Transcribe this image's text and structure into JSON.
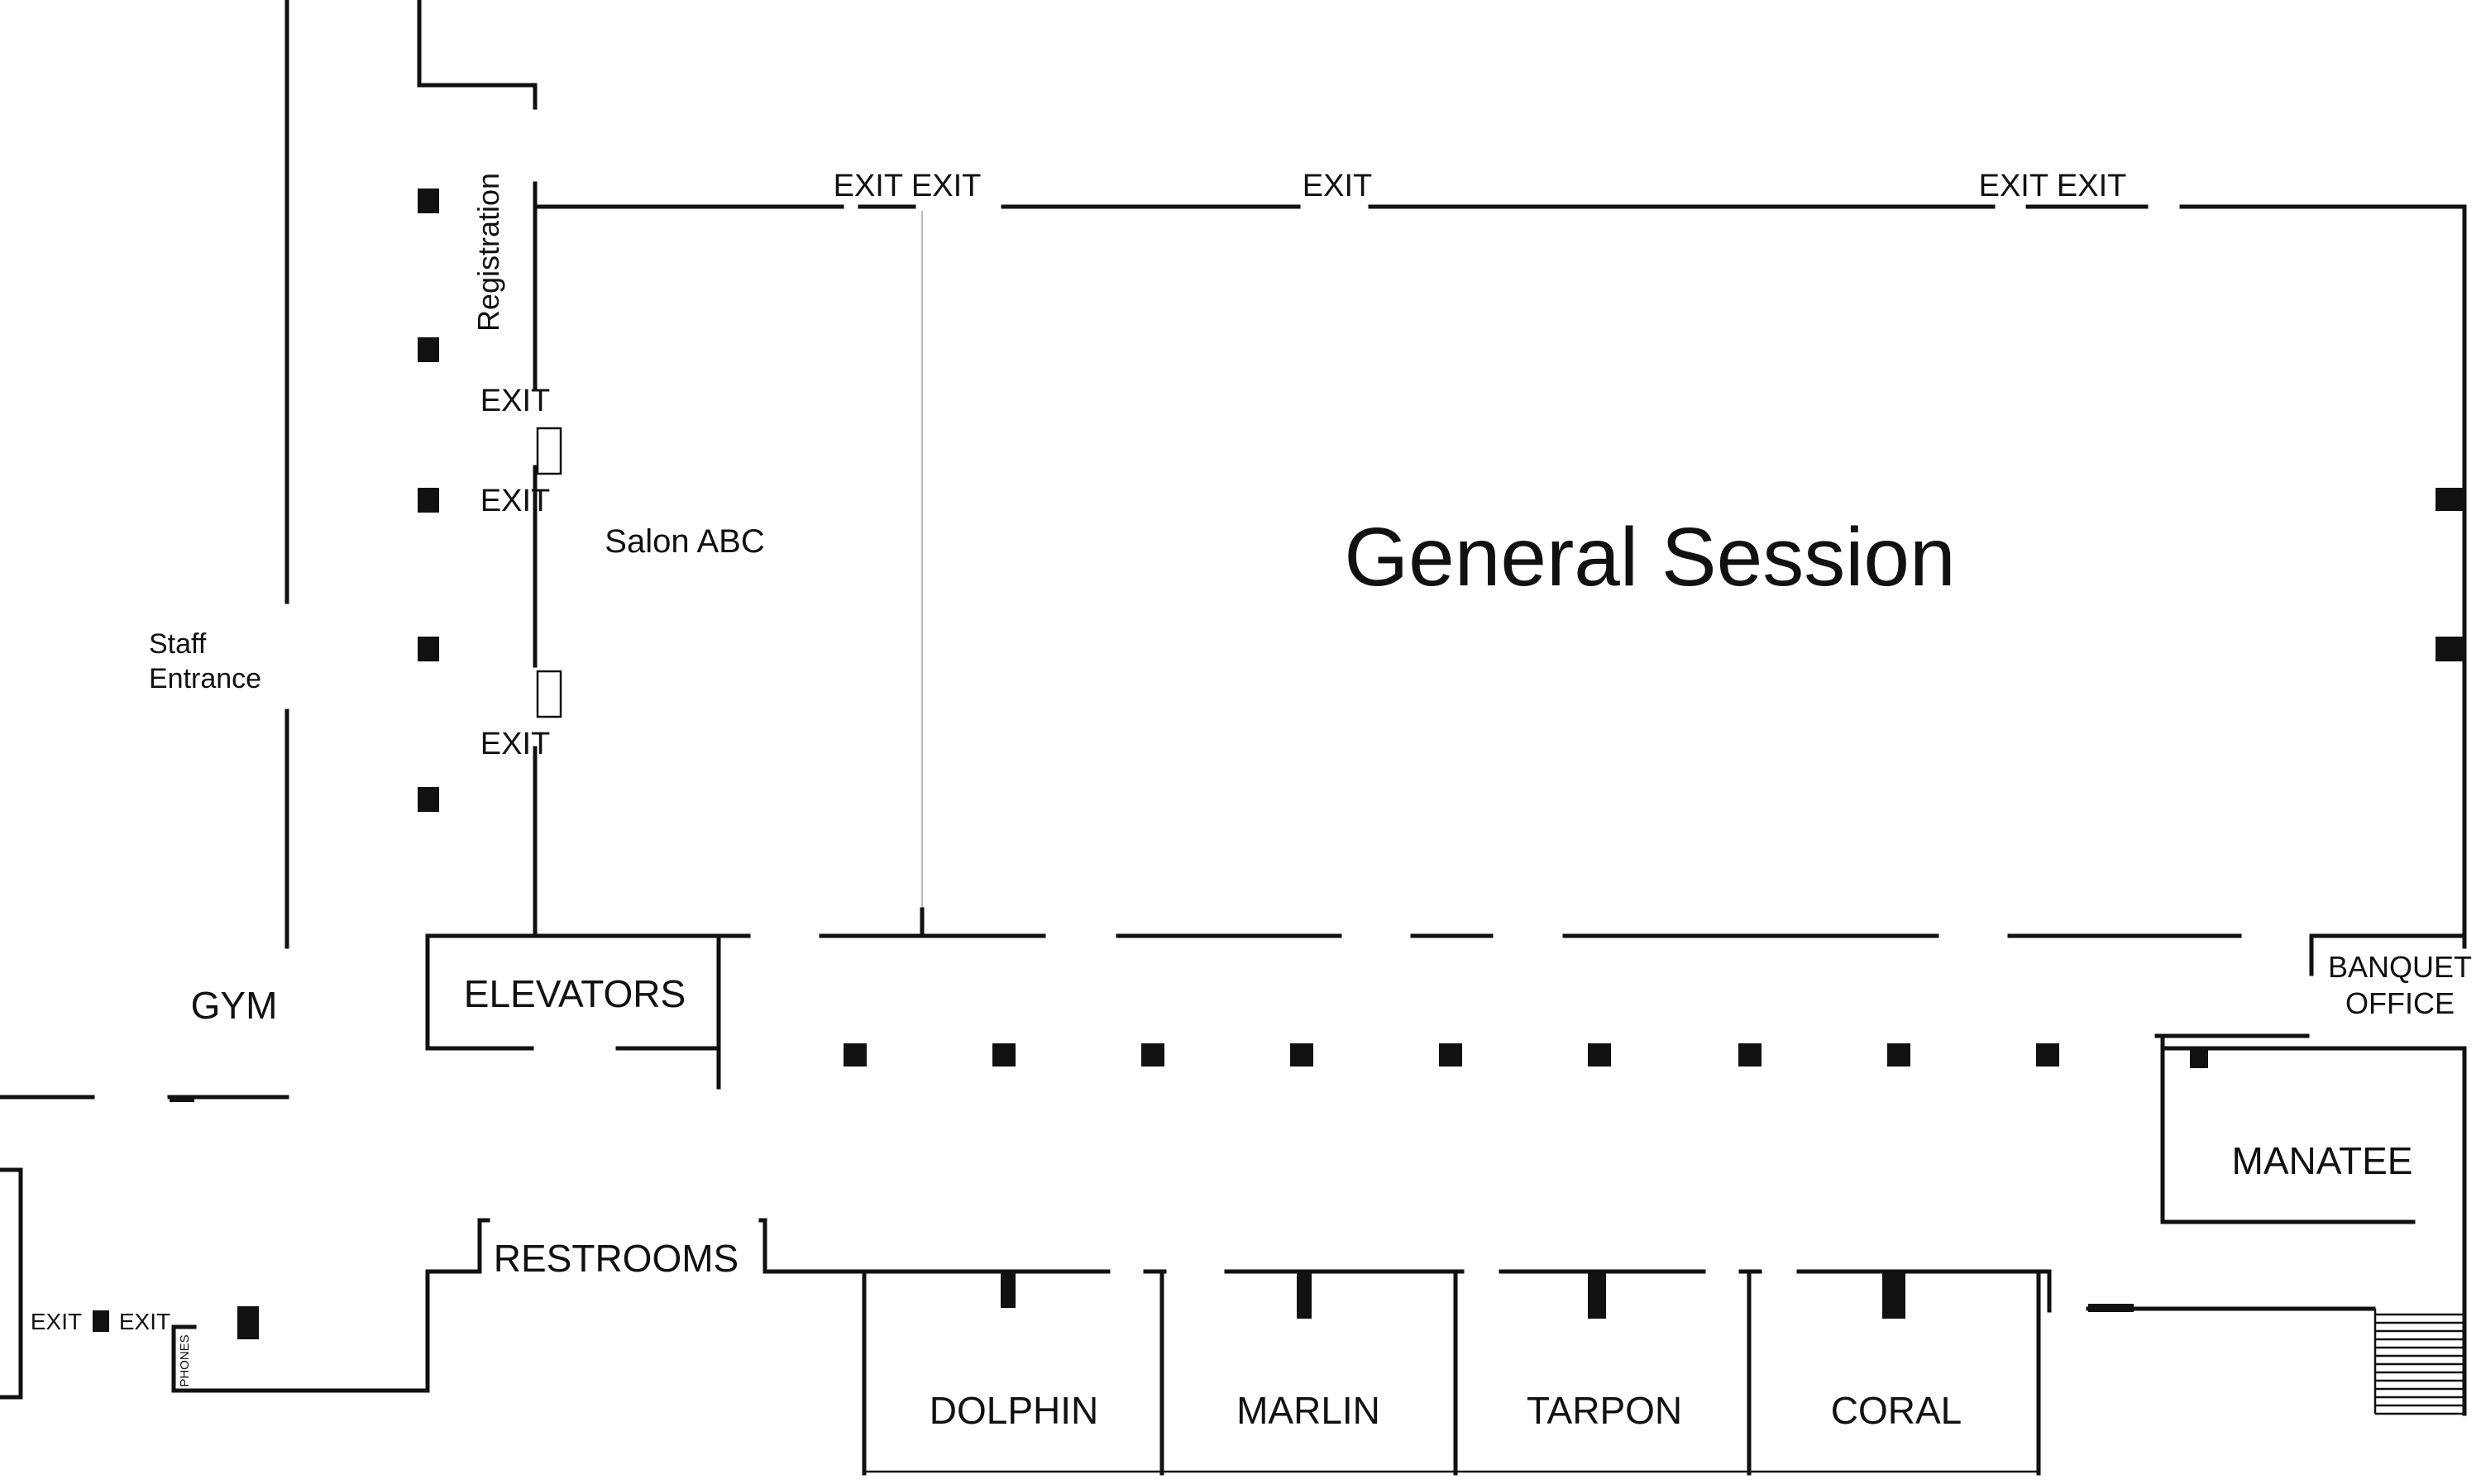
{
  "rooms": {
    "general_session": "General Session",
    "salon": "Salon ABC",
    "gym": "GYM",
    "elevators": "ELEVATORS",
    "restrooms": "RESTROOMS",
    "manatee": "MANATEE",
    "banquet_office_line1": "BANQUET",
    "banquet_office_line2": "OFFICE",
    "dolphin": "DOLPHIN",
    "marlin": "MARLIN",
    "tarpon": "TARPON",
    "coral": "CORAL"
  },
  "labels": {
    "registration": "Registration",
    "staff_entrance_line1": "Staff",
    "staff_entrance_line2": "Entrance",
    "phones": "PHONES",
    "exit": "EXIT",
    "exit_pair": "EXIT EXIT"
  },
  "colors": {
    "wall": "#111111",
    "partition": "#bbbbbb",
    "background": "#ffffff"
  }
}
